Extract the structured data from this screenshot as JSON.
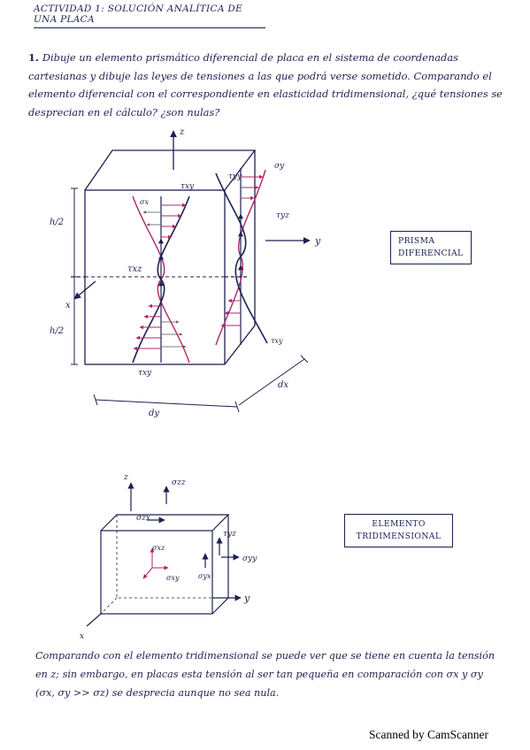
{
  "header": {
    "title": "ACTIVIDAD 1: SOLUCIÓN ANALÍTICA DE UNA PLACA"
  },
  "question": {
    "number": "1.",
    "text": "Dibuje un elemento prismático diferencial de placa en el sistema de coordenadas cartesianas y dibuje las leyes de tensiones a las que podrá verse sometido. Comparando el elemento diferencial con el correspondiente en elasticidad tridimensional, ¿qué tensiones se desprecian en el cálculo? ¿son nulas?"
  },
  "figure1": {
    "axis_z": "z",
    "axis_y": "y",
    "axis_x": "x",
    "h_top": "h/2",
    "h_bottom": "h/2",
    "dx": "dx",
    "dy": "dy",
    "stress_labels": {
      "txy_top": "τxy",
      "tx_left": "σx",
      "txz": "τxz",
      "txy_bottom": "τxy",
      "tyy_top": "τyy",
      "sy": "σy",
      "tyz": "τyz",
      "txy_right": "τxy"
    },
    "label_box": [
      "PRISMA",
      "DIFERENCIAL"
    ]
  },
  "figure2": {
    "axis_z": "z",
    "axis_y": "y",
    "axis_x": "x",
    "stress_labels": {
      "szz": "σzz",
      "szx": "σzx",
      "syz": "τyz",
      "syy": "σyy",
      "sxz": "σxz",
      "sxy": "σxy",
      "syx": "σyx"
    },
    "label_box": [
      "ELEMENTO",
      "TRIDIMENSIONAL"
    ]
  },
  "conclusion": {
    "text": "Comparando con el elemento tridimensional se puede ver que se tiene en cuenta la tensión en z; sin embargo, en placas esta tensión al ser tan pequeña en comparación con σx y σy (σx, σy >> σz) se desprecia aunque no sea nula."
  },
  "footer": {
    "scanner": "Scanned by CamScanner"
  },
  "colors": {
    "ink": "#1c2150",
    "magenta": "#b0246b"
  }
}
